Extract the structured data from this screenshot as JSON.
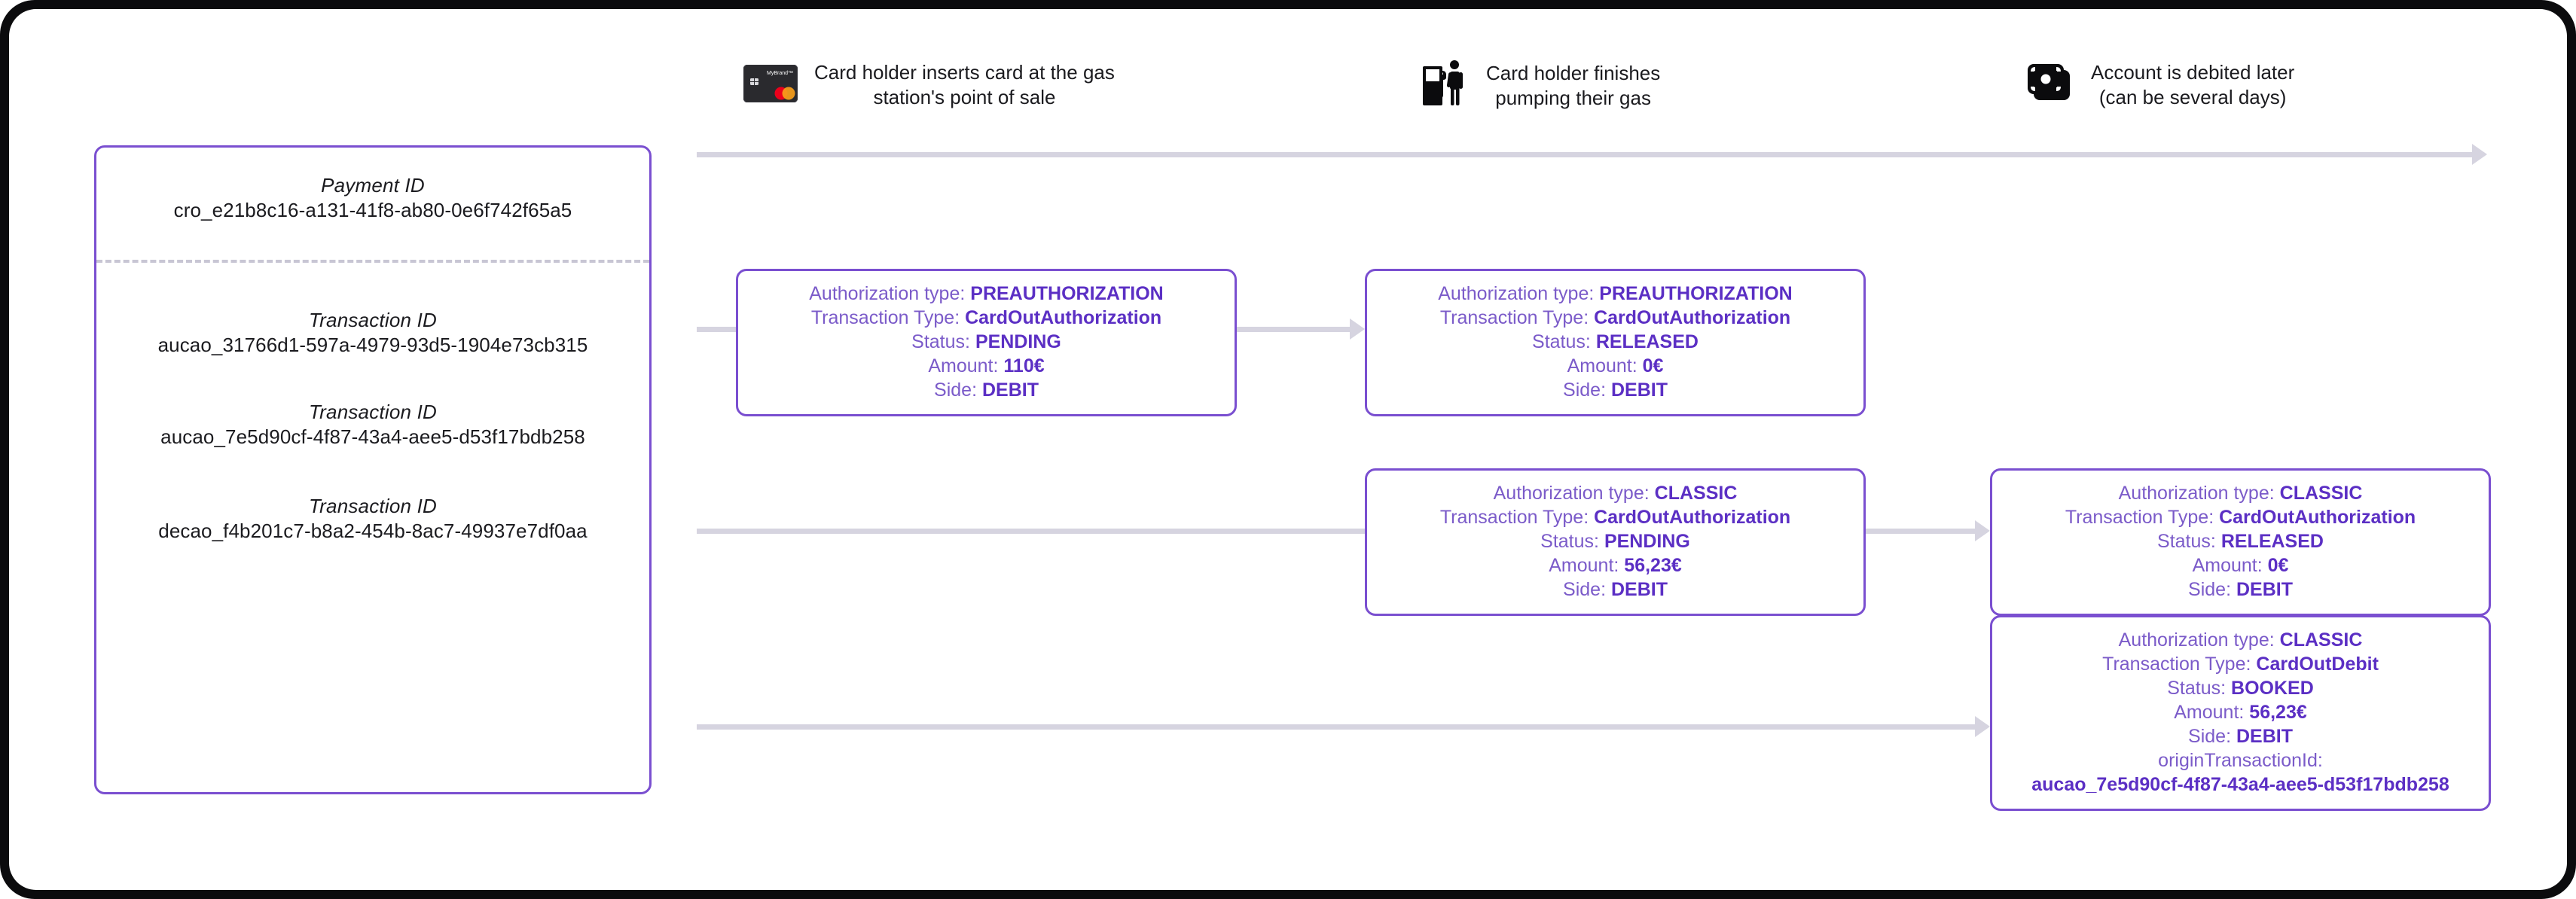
{
  "timeline": {
    "steps": [
      {
        "icon": "credit-card-icon",
        "label": "Card holder inserts card at the gas\nstation's point of sale",
        "card_brand": "MyBrand™"
      },
      {
        "icon": "gas-pump-person-icon",
        "label": "Card holder finishes\npumping their gas"
      },
      {
        "icon": "banknotes-icon",
        "label": "Account is debited later\n(can be several days)"
      }
    ]
  },
  "id_panel": {
    "payment": {
      "label": "Payment ID",
      "value": "cro_e21b8c16-a131-41f8-ab80-0e6f742f65a5"
    },
    "transactions": [
      {
        "label": "Transaction ID",
        "value": "aucao_31766d1-597a-4979-93d5-1904e73cb315"
      },
      {
        "label": "Transaction ID",
        "value": "aucao_7e5d90cf-4f87-43a4-aee5-d53f17bdb258"
      },
      {
        "label": "Transaction ID",
        "value": "decao_f4b201c7-b8a2-454b-8ac7-49937e7df0aa"
      }
    ]
  },
  "labels": {
    "authorization_type": "Authorization type:",
    "transaction_type": "Transaction Type:",
    "status": "Status:",
    "amount": "Amount:",
    "side": "Side:",
    "origin_transaction_id": "originTransactionId:"
  },
  "cards": [
    {
      "authorization_type": "PREAUTHORIZATION",
      "transaction_type": "CardOutAuthorization",
      "status": "PENDING",
      "amount": "110€",
      "side": "DEBIT"
    },
    {
      "authorization_type": "PREAUTHORIZATION",
      "transaction_type": "CardOutAuthorization",
      "status": "RELEASED",
      "amount": "0€",
      "side": "DEBIT"
    },
    {
      "authorization_type": "CLASSIC",
      "transaction_type": "CardOutAuthorization",
      "status": "PENDING",
      "amount": "56,23€",
      "side": "DEBIT"
    },
    {
      "authorization_type": "CLASSIC",
      "transaction_type": "CardOutAuthorization",
      "status": "RELEASED",
      "amount": "0€",
      "side": "DEBIT"
    },
    {
      "authorization_type": "CLASSIC",
      "transaction_type": "CardOutDebit",
      "status": "BOOKED",
      "amount": "56,23€",
      "side": "DEBIT",
      "origin_transaction_id": "aucao_7e5d90cf-4f87-43a4-aee5-d53f17bdb258"
    }
  ],
  "colors": {
    "accent_border": "#7a4fd0",
    "value_text": "#5b2fc4",
    "key_text": "#7b5bc9",
    "connector": "#d6d4e0",
    "frame": "#0b0b0d"
  }
}
